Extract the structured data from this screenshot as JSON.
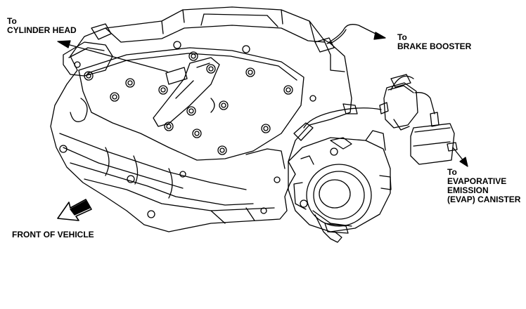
{
  "labels": {
    "cylinder_head": {
      "line1": "To",
      "line2": "CYLINDER HEAD"
    },
    "brake_booster": {
      "line1": "To",
      "line2": "BRAKE BOOSTER"
    },
    "evap_canister": {
      "line1": "To",
      "line2": "EVAPORATIVE",
      "line3": "EMISSION",
      "line4": "(EVAP) CANISTER"
    },
    "front_of_vehicle": "FRONT OF VEHICLE"
  },
  "colors": {
    "line": "#000000",
    "background": "#ffffff"
  }
}
